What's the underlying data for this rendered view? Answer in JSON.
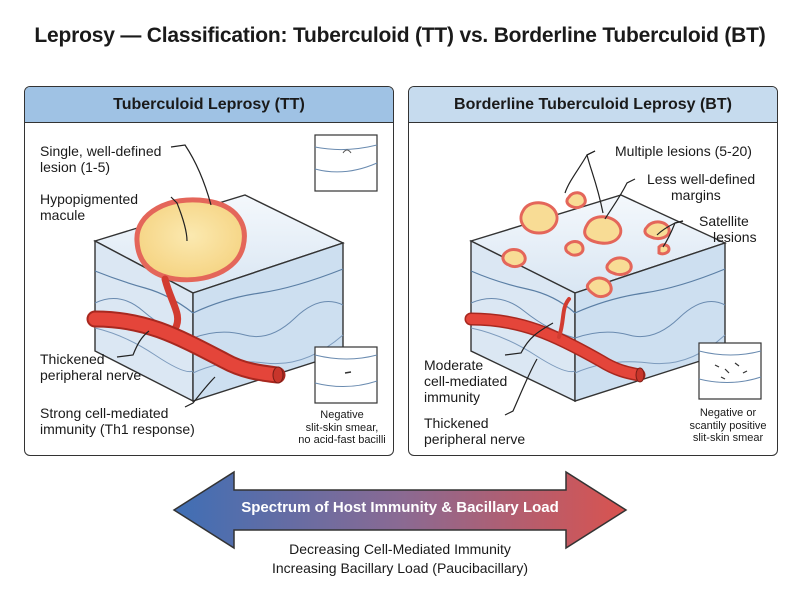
{
  "title": "Leprosy — Classification: Tuberculoid (TT) vs. Borderline Tuberculoid (BT)",
  "tt": {
    "header": "Tuberculoid Leprosy (TT)",
    "label_single_1": "Single, well-defined",
    "label_single_2": "lesion (1-5)",
    "label_hypo_1": "Hypopigmented",
    "label_hypo_2": "macule",
    "label_nerve_1": "Thickened",
    "label_nerve_2": "peripheral nerve",
    "label_cmi_1": "Strong cell-mediated",
    "label_cmi_2": "immunity (Th1 response)",
    "smear_1": "Negative",
    "smear_2": "slit-skin smear,",
    "smear_3": "no acid-fast bacilli"
  },
  "bt": {
    "header": "Borderline Tuberculoid Leprosy (BT)",
    "label_multiple": "Multiple lesions (5-20)",
    "label_margins_1": "Less well-defined",
    "label_margins_2": "margins",
    "label_satellite_1": "Satellite",
    "label_satellite_2": "lesions",
    "label_moderate_1": "Moderate",
    "label_moderate_2": "cell-mediated",
    "label_moderate_3": "immunity",
    "label_nerve_1": "Thickened",
    "label_nerve_2": "peripheral nerve",
    "smear_1": "Negative or",
    "smear_2": "scantily positive",
    "smear_3": "slit-skin smear"
  },
  "arrow_label": "Spectrum of Host Immunity & Bacillary Load",
  "bottom_line_1": "Decreasing Cell-Mediated Immunity",
  "bottom_line_2": "Increasing Bacillary Load (Paucibacillary)",
  "colors": {
    "arrow_left": "#3f6fb5",
    "arrow_right": "#d9534f",
    "lesion_fill": "#f8dc95",
    "lesion_border": "#e4665a",
    "nerve": "#e4453a",
    "skin_top": "#e8f0f8"
  }
}
